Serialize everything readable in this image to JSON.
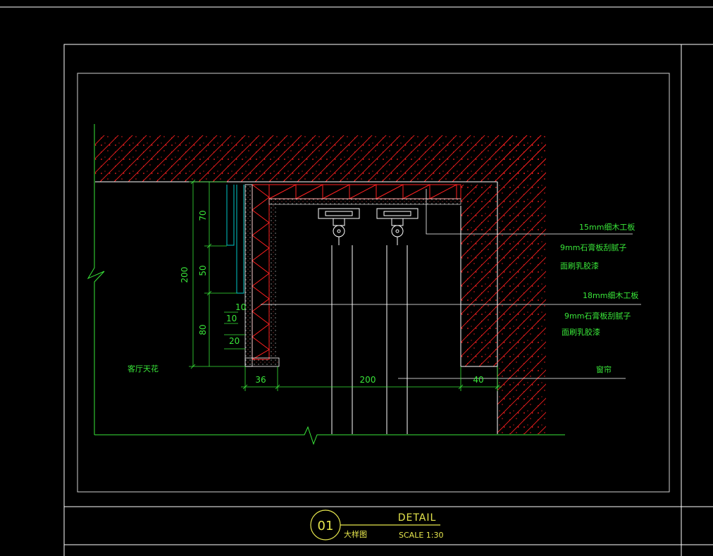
{
  "dimensions": {
    "vertical": [
      "70",
      "50",
      "200",
      "80",
      "10",
      "10",
      "20"
    ],
    "horizontal": [
      "36",
      "200",
      "40"
    ]
  },
  "annotations": {
    "note1_line1": "15mm细木工板",
    "note1_line2": "9mm石膏板刮腻子",
    "note1_line3": "面刷乳胶漆",
    "note2_line1": "18mm细木工板",
    "note2_line2": "9mm石膏板刮腻子",
    "note2_line3": "面刷乳胶漆",
    "curtain": "窗帘",
    "living_ceiling": "客厅天花"
  },
  "title_block": {
    "number": "01",
    "title": "DETAIL",
    "subtitle": "大样图",
    "scale": "SCALE 1:30"
  },
  "colors": {
    "background": "#000000",
    "frame": "#ffffff",
    "concrete": "#ff2020",
    "dimension": "#39e639",
    "title": "#e6e64d",
    "fixture": "#ffffff",
    "profile": "#00c8c8"
  }
}
